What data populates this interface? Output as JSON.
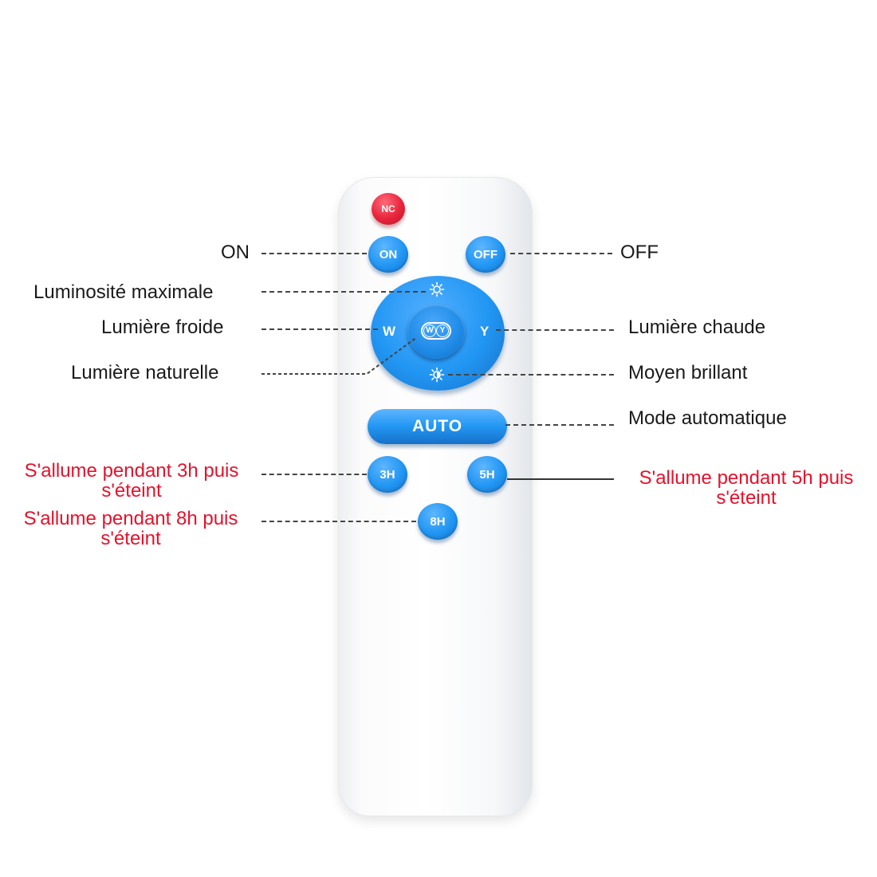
{
  "remote": {
    "buttons": {
      "nc": "NC",
      "on": "ON",
      "off": "OFF",
      "w": "W",
      "y": "Y",
      "center_w": "W",
      "center_y": "Y",
      "auto": "AUTO",
      "h3": "3H",
      "h5": "5H",
      "h8": "8H"
    },
    "icons": {
      "top": "sun-icon",
      "bottom": "half-sun-icon"
    },
    "colors": {
      "button_blue": "#2196f3",
      "button_red": "#e8243c",
      "label_red": "#e8102a"
    }
  },
  "labels": {
    "on": "ON",
    "off": "OFF",
    "max_brightness": "Luminosité maximale",
    "cold_light": "Lumière froide",
    "warm_light": "Lumière chaude",
    "natural_light": "Lumière naturelle",
    "medium_bright": "Moyen brillant",
    "auto_mode": "Mode automatique",
    "timer_3h_line1": "S'allume pendant 3h puis",
    "timer_3h_line2": "s'éteint",
    "timer_5h_line1": "S'allume pendant 5h puis",
    "timer_5h_line2": "s'éteint",
    "timer_8h_line1": "S'allume pendant 8h puis",
    "timer_8h_line2": "s'éteint"
  }
}
